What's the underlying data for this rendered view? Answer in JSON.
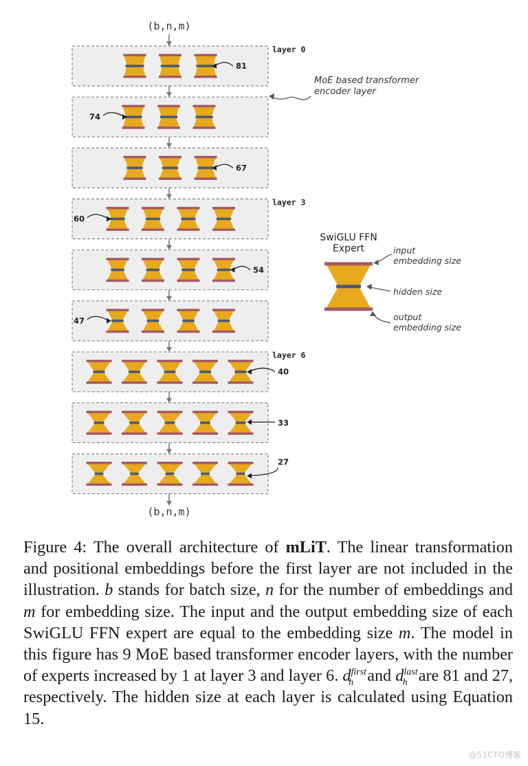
{
  "diagram": {
    "input_label": "(b,n,m)",
    "output_label": "(b,n,m)",
    "layers": [
      {
        "label": "layer 0",
        "experts": 3,
        "hidden_size": "81",
        "callout_side": "right"
      },
      {
        "label": "",
        "experts": 3,
        "hidden_size": "74",
        "callout_side": "left"
      },
      {
        "label": "",
        "experts": 3,
        "hidden_size": "67",
        "callout_side": "right"
      },
      {
        "label": "layer 3",
        "experts": 4,
        "hidden_size": "60",
        "callout_side": "left"
      },
      {
        "label": "",
        "experts": 4,
        "hidden_size": "54",
        "callout_side": "right"
      },
      {
        "label": "",
        "experts": 4,
        "hidden_size": "47",
        "callout_side": "left"
      },
      {
        "label": "layer 6",
        "experts": 5,
        "hidden_size": "40",
        "callout_side": "right"
      },
      {
        "label": "",
        "experts": 5,
        "hidden_size": "33",
        "callout_side": "right"
      },
      {
        "label": "",
        "experts": 5,
        "hidden_size": "27",
        "callout_side": "right"
      }
    ],
    "moe_annotation": [
      "MoE based transformer",
      "encoder layer"
    ],
    "legend": {
      "title": [
        "SwiGLU FFN",
        "Expert"
      ],
      "input": [
        "input",
        "embedding size"
      ],
      "hidden": "hidden size",
      "output": [
        "output",
        "embedding size"
      ]
    },
    "colors": {
      "expert_fill": "#e8a91c",
      "expert_edge": "#a55a63",
      "hidden_bar": "#4f5a6d",
      "box_fill": "#eeeeee",
      "box_border": "#888888",
      "arrow": "#777777"
    }
  },
  "caption": {
    "fig_label": "Figure 4:",
    "t1": "The overall architecture of",
    "model": "mLiT",
    "t2": ". The linear transformation and positional embeddings before the first layer are not included in the illustration.",
    "b": "b",
    "t3": "stands for batch size,",
    "n": "n",
    "t4": "for the number of embeddings and",
    "m": "m",
    "t5": "for embedding size. The input and the output embedding size of each SwiGLU FFN expert are equal to the embedding size",
    "m2": "m",
    "t6": ". The model in this figure has 9 MoE based transformer encoder layers, with the number of experts increased by 1 at layer 3 and layer 6.",
    "d": "d",
    "sub": "h",
    "sup_first": "first",
    "and": "and",
    "sup_last": "last",
    "t7": "are 81 and 27, respectively. The hidden size at each layer is calculated using Equation 15."
  },
  "watermark": "@51CTO博客"
}
